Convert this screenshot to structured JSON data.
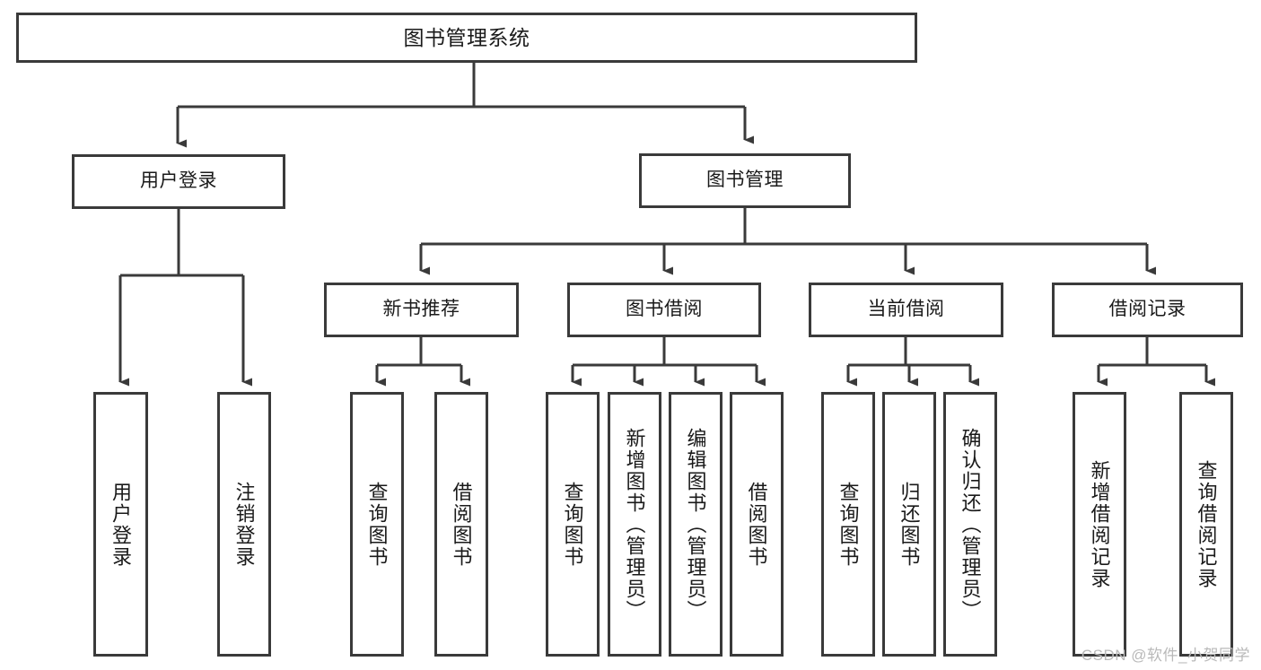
{
  "diagram": {
    "type": "tree-hierarchy-chart",
    "title": "图书管理系统",
    "orientation": "top-down",
    "colors": {
      "box_border": "#3a3a3a",
      "box_fill": "#ffffff",
      "connector": "#3a3a3a",
      "text": "#1a1a1a",
      "watermark": "#b9b9b9",
      "canvas": "#ffffff"
    },
    "nodes": {
      "root": {
        "label": "图书管理系统",
        "level": 0,
        "orientation": "horizontal"
      },
      "level1": [
        {
          "id": "user-login",
          "label": "用户登录"
        },
        {
          "id": "book-management",
          "label": "图书管理"
        }
      ],
      "level2": [
        {
          "id": "new-book-recommend",
          "label": "新书推荐",
          "parent": "book-management"
        },
        {
          "id": "book-borrow",
          "label": "图书借阅",
          "parent": "book-management"
        },
        {
          "id": "current-borrow",
          "label": "当前借阅",
          "parent": "book-management"
        },
        {
          "id": "borrow-record",
          "label": "借阅记录",
          "parent": "book-management"
        }
      ],
      "leaves": [
        {
          "id": "leaf-user-login",
          "label": "用户登录",
          "parent": "user-login"
        },
        {
          "id": "leaf-logout-login",
          "label": "注销登录",
          "parent": "user-login"
        },
        {
          "id": "leaf-query-book-1",
          "label": "查询图书",
          "parent": "new-book-recommend"
        },
        {
          "id": "leaf-borrow-book-1",
          "label": "借阅图书",
          "parent": "new-book-recommend"
        },
        {
          "id": "leaf-query-book-2",
          "label": "查询图书",
          "parent": "book-borrow"
        },
        {
          "id": "leaf-add-book",
          "label": "新增图书（管理员）",
          "parent": "book-borrow"
        },
        {
          "id": "leaf-edit-book",
          "label": "编辑图书（管理员）",
          "parent": "book-borrow"
        },
        {
          "id": "leaf-borrow-book-2",
          "label": "借阅图书",
          "parent": "book-borrow"
        },
        {
          "id": "leaf-query-book-3",
          "label": "查询图书",
          "parent": "current-borrow"
        },
        {
          "id": "leaf-return-book",
          "label": "归还图书",
          "parent": "current-borrow"
        },
        {
          "id": "leaf-confirm-return",
          "label": "确认归还（管理员）",
          "parent": "current-borrow"
        },
        {
          "id": "leaf-add-record",
          "label": "新增借阅记录",
          "parent": "borrow-record"
        },
        {
          "id": "leaf-query-record",
          "label": "查询借阅记录",
          "parent": "borrow-record"
        }
      ]
    },
    "watermark": "CSDN @软件_小贺同学"
  }
}
